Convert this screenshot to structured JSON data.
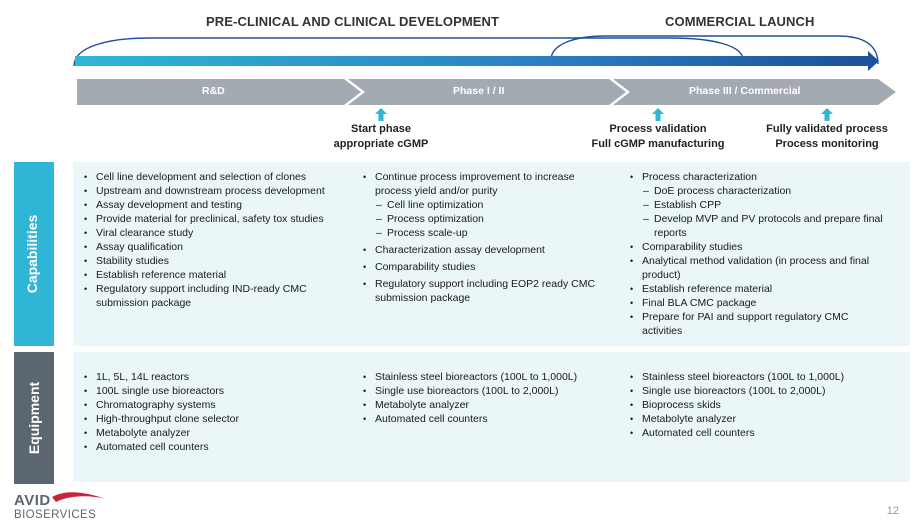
{
  "headers": {
    "preclinical": "PRE-CLINICAL AND CLINICAL DEVELOPMENT",
    "commercial": "COMMERCIAL LAUNCH"
  },
  "phases": [
    "R&D",
    "Phase I / II",
    "Phase III / Commercial"
  ],
  "milestones": [
    {
      "lines": [
        "Start phase",
        "appropriate cGMP"
      ]
    },
    {
      "lines": [
        "Process validation",
        "Full cGMP manufacturing"
      ]
    },
    {
      "lines": [
        "Fully validated process",
        "Process monitoring"
      ]
    }
  ],
  "sections": {
    "capabilities": "Capabilities",
    "equipment": "Equipment"
  },
  "capabilities": {
    "rnd": [
      "Cell line development and selection of clones",
      "Upstream and downstream process development",
      "Assay development and testing",
      "Provide material for preclinical, safety tox studies",
      "Viral clearance study",
      "Assay qualification",
      "Stability studies",
      "Establish reference material",
      "Regulatory support including IND-ready CMC submission package"
    ],
    "phase12": {
      "main": "Continue process improvement to increase process yield and/or purity",
      "subs": [
        "Cell line optimization",
        "Process optimization",
        "Process scale-up"
      ],
      "rest": [
        "Characterization assay development",
        "Comparability studies",
        "Regulatory support including EOP2 ready CMC submission package"
      ]
    },
    "phase3": {
      "main": "Process characterization",
      "subs": [
        "DoE process characterization",
        "Establish CPP",
        "Develop MVP and PV protocols and prepare final reports"
      ],
      "rest": [
        "Comparability studies",
        "Analytical method validation (in process and final product)",
        "Establish reference material",
        "Final BLA CMC package",
        "Prepare for PAI and support regulatory CMC activities"
      ]
    }
  },
  "equipment": {
    "rnd": [
      "1L, 5L, 14L reactors",
      "100L single use bioreactors",
      "Chromatography systems",
      "High-throughput clone selector",
      "Metabolyte analyzer",
      "Automated cell counters"
    ],
    "phase12": [
      "Stainless steel bioreactors (100L to 1,000L)",
      "Single use bioreactors (100L to 2,000L)",
      "Metabolyte analyzer",
      "Automated cell counters"
    ],
    "phase3": [
      "Stainless steel bioreactors (100L to 1,000L)",
      "Single use bioreactors (100L to 2,000L)",
      "Bioprocess skids",
      "Metabolyte analyzer",
      "Automated cell counters"
    ]
  },
  "logo": {
    "line1": "AVID",
    "line2": "BIOSERVICES"
  },
  "page_number": "12",
  "colors": {
    "accent_cyan": "#2fb6d6",
    "navy": "#1d4f9c",
    "chevron_gray": "#a3aab1",
    "equipment_gray": "#5c6670",
    "band": "#eaf6f8",
    "logo_red": "#c8253b"
  }
}
